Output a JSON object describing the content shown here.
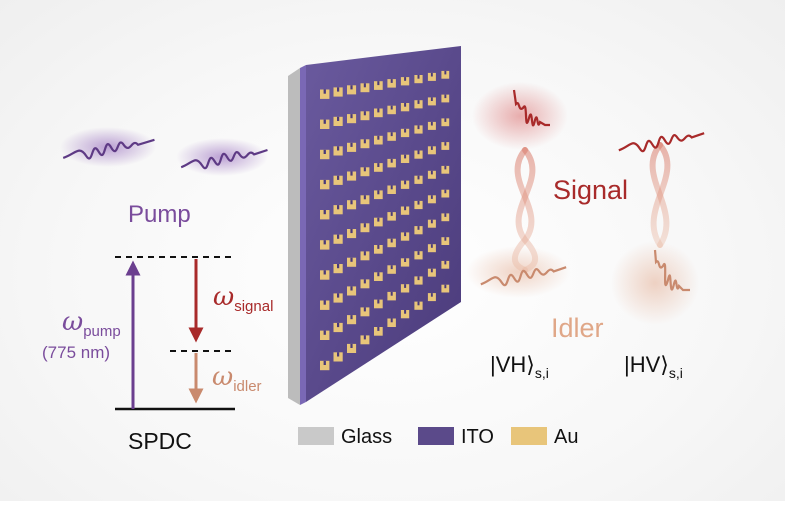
{
  "colors": {
    "pump": "#6b3f8f",
    "signal": "#a82a2a",
    "idler": "#c98a6e",
    "glass": "#c9c9c9",
    "ito": "#5b4a8a",
    "au": "#e8c57a"
  },
  "labels": {
    "pump": "Pump",
    "signal": "Signal",
    "idler": "Idler",
    "spdc": "SPDC",
    "omega": "ω",
    "pump_sub": "pump",
    "pump_wavelength": "(775 nm)",
    "signal_sub": "signal",
    "idler_sub": "idler",
    "state_vh": "|VH⟩",
    "state_hv": "|HV⟩",
    "state_sub": "s,i"
  },
  "legend": [
    {
      "label": "Glass",
      "color": "#c9c9c9"
    },
    {
      "label": "ITO",
      "color": "#5b4a8a"
    },
    {
      "label": "Au",
      "color": "#e8c57a"
    }
  ],
  "metasurface": {
    "rows": 10,
    "cols": 10
  }
}
